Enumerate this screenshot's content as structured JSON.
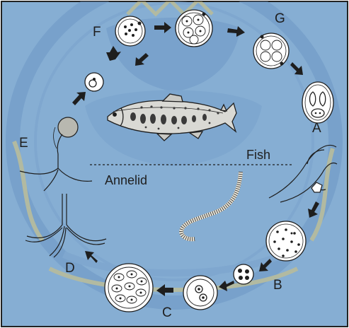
{
  "labels": {
    "stage_a": "A",
    "stage_b": "B",
    "stage_c": "C",
    "stage_d": "D",
    "stage_e": "E",
    "stage_f": "F",
    "stage_g": "G",
    "host_fish": "Fish",
    "host_annelid": "Annelid"
  },
  "colors": {
    "background": "#86aed3",
    "watermark_blue": "#5f8fbf",
    "watermark_gold": "#cdbb72",
    "ink": "#1e1e1e",
    "cell": "#ffffff"
  }
}
